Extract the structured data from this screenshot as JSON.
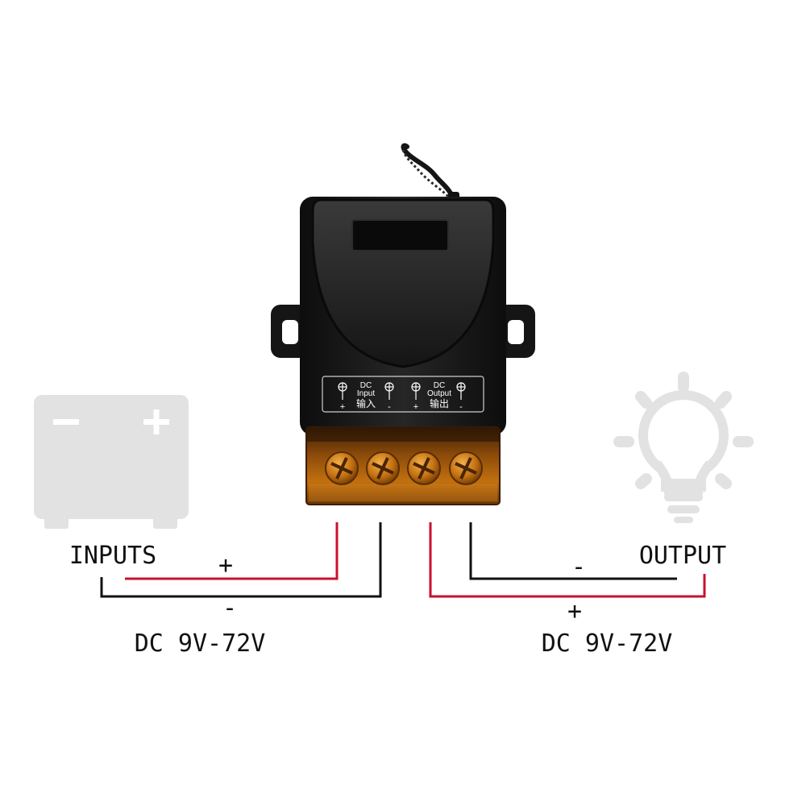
{
  "inputs_label": "INPUTS",
  "output_label": "OUTPUT",
  "input_voltage": "DC 9V-72V",
  "output_voltage": "DC 9V-72V",
  "input_plus": "+",
  "input_minus": "-",
  "output_plus": "+",
  "output_minus": "-",
  "panel": {
    "input_dc": "DC",
    "input_en": "Input",
    "input_cn": "输入",
    "output_dc": "DC",
    "output_en": "Output",
    "output_cn": "输出",
    "plus": "+",
    "minus": "-"
  },
  "colors": {
    "positive_wire": "#c8102e",
    "negative_wire": "#111111",
    "icon_gray": "#e2e2e2",
    "terminal_amber": "#b8650d",
    "body_black": "#1a1a1a"
  },
  "icons": {
    "battery": "battery-icon",
    "bulb": "light-bulb-icon"
  }
}
